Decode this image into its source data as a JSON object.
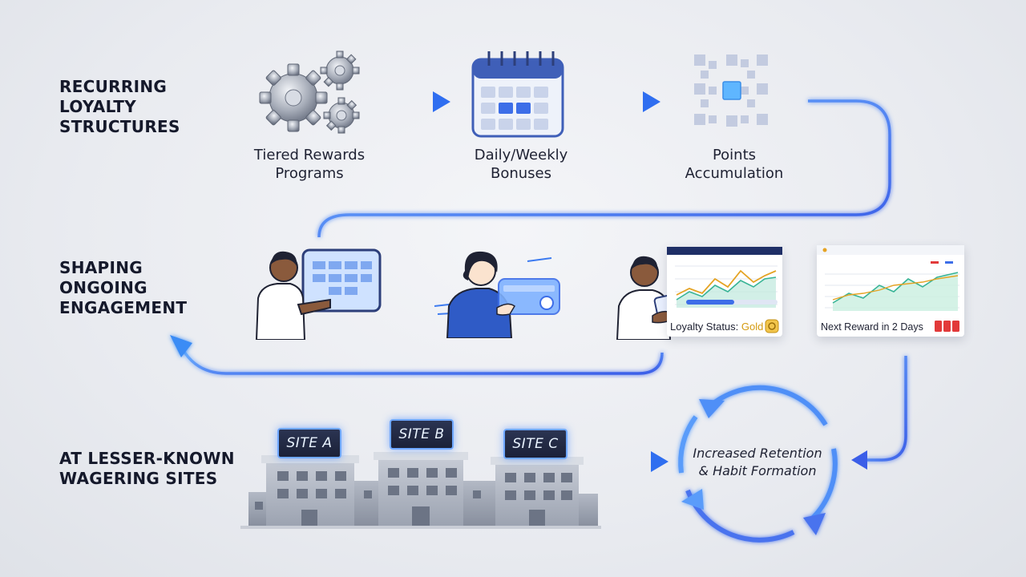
{
  "sections": {
    "recurring": "RECURRING\nLOYALTY\nSTRUCTURES",
    "shaping": "SHAPING\nONGOING\nENGAGEMENT",
    "lesser_known": "AT LESSER-KNOWN\nWAGERING SITES"
  },
  "steps": [
    {
      "label": "Tiered Rewards\nPrograms",
      "icon": "gears-icon"
    },
    {
      "label": "Daily/Weekly\nBonuses",
      "icon": "calendar-icon"
    },
    {
      "label": "Points\nAccumulation",
      "icon": "points-grid-icon"
    }
  ],
  "cards": {
    "loyalty_prefix": "Loyalty Status: ",
    "loyalty_value": "Gold",
    "next_reward": "Next Reward in 2 Days"
  },
  "sites": [
    "SITE A",
    "SITE B",
    "SITE C"
  ],
  "cycle": {
    "label": "Increased Retention\n& Habit Formation"
  },
  "colors": {
    "accent": "#3d7bf0",
    "accent_light": "#7fb2ff",
    "gold": "#d49a10",
    "text": "#15192b"
  }
}
